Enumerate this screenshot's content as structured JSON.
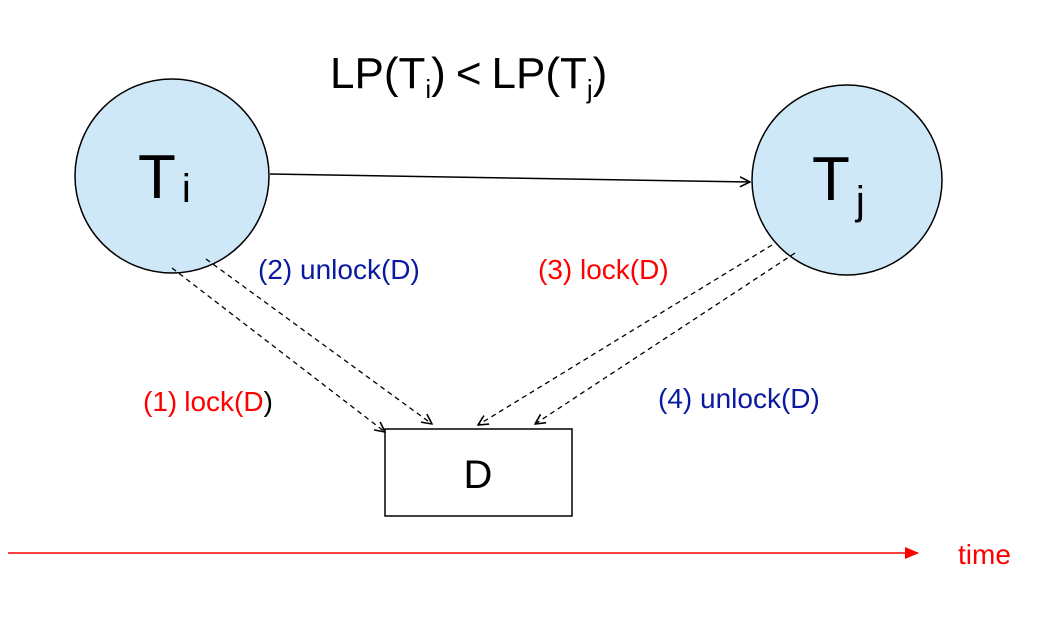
{
  "title": {
    "lp": "LP",
    "open_paren": "(",
    "t": "T",
    "sub_i": "i",
    "close_paren": ")",
    "less_than": "<",
    "sub_j": "j"
  },
  "nodes": {
    "ti": {
      "letter": "T",
      "subscript": "i"
    },
    "tj": {
      "letter": "T",
      "subscript": "j"
    },
    "d": {
      "label": "D"
    }
  },
  "edges": {
    "step1": {
      "number": "(1)",
      "action": "lock(D",
      "close": ")"
    },
    "step2": {
      "label": "(2) unlock(D)"
    },
    "step3": {
      "label": "(3) lock(D)"
    },
    "step4": {
      "label": "(4) unlock(D)"
    }
  },
  "timeline": {
    "label": "time"
  },
  "colors": {
    "node_fill": "#cfe8f7",
    "lock": "#ff0000",
    "unlock": "#0a1aa0",
    "stroke": "#000000",
    "timeline": "#ff0000"
  }
}
